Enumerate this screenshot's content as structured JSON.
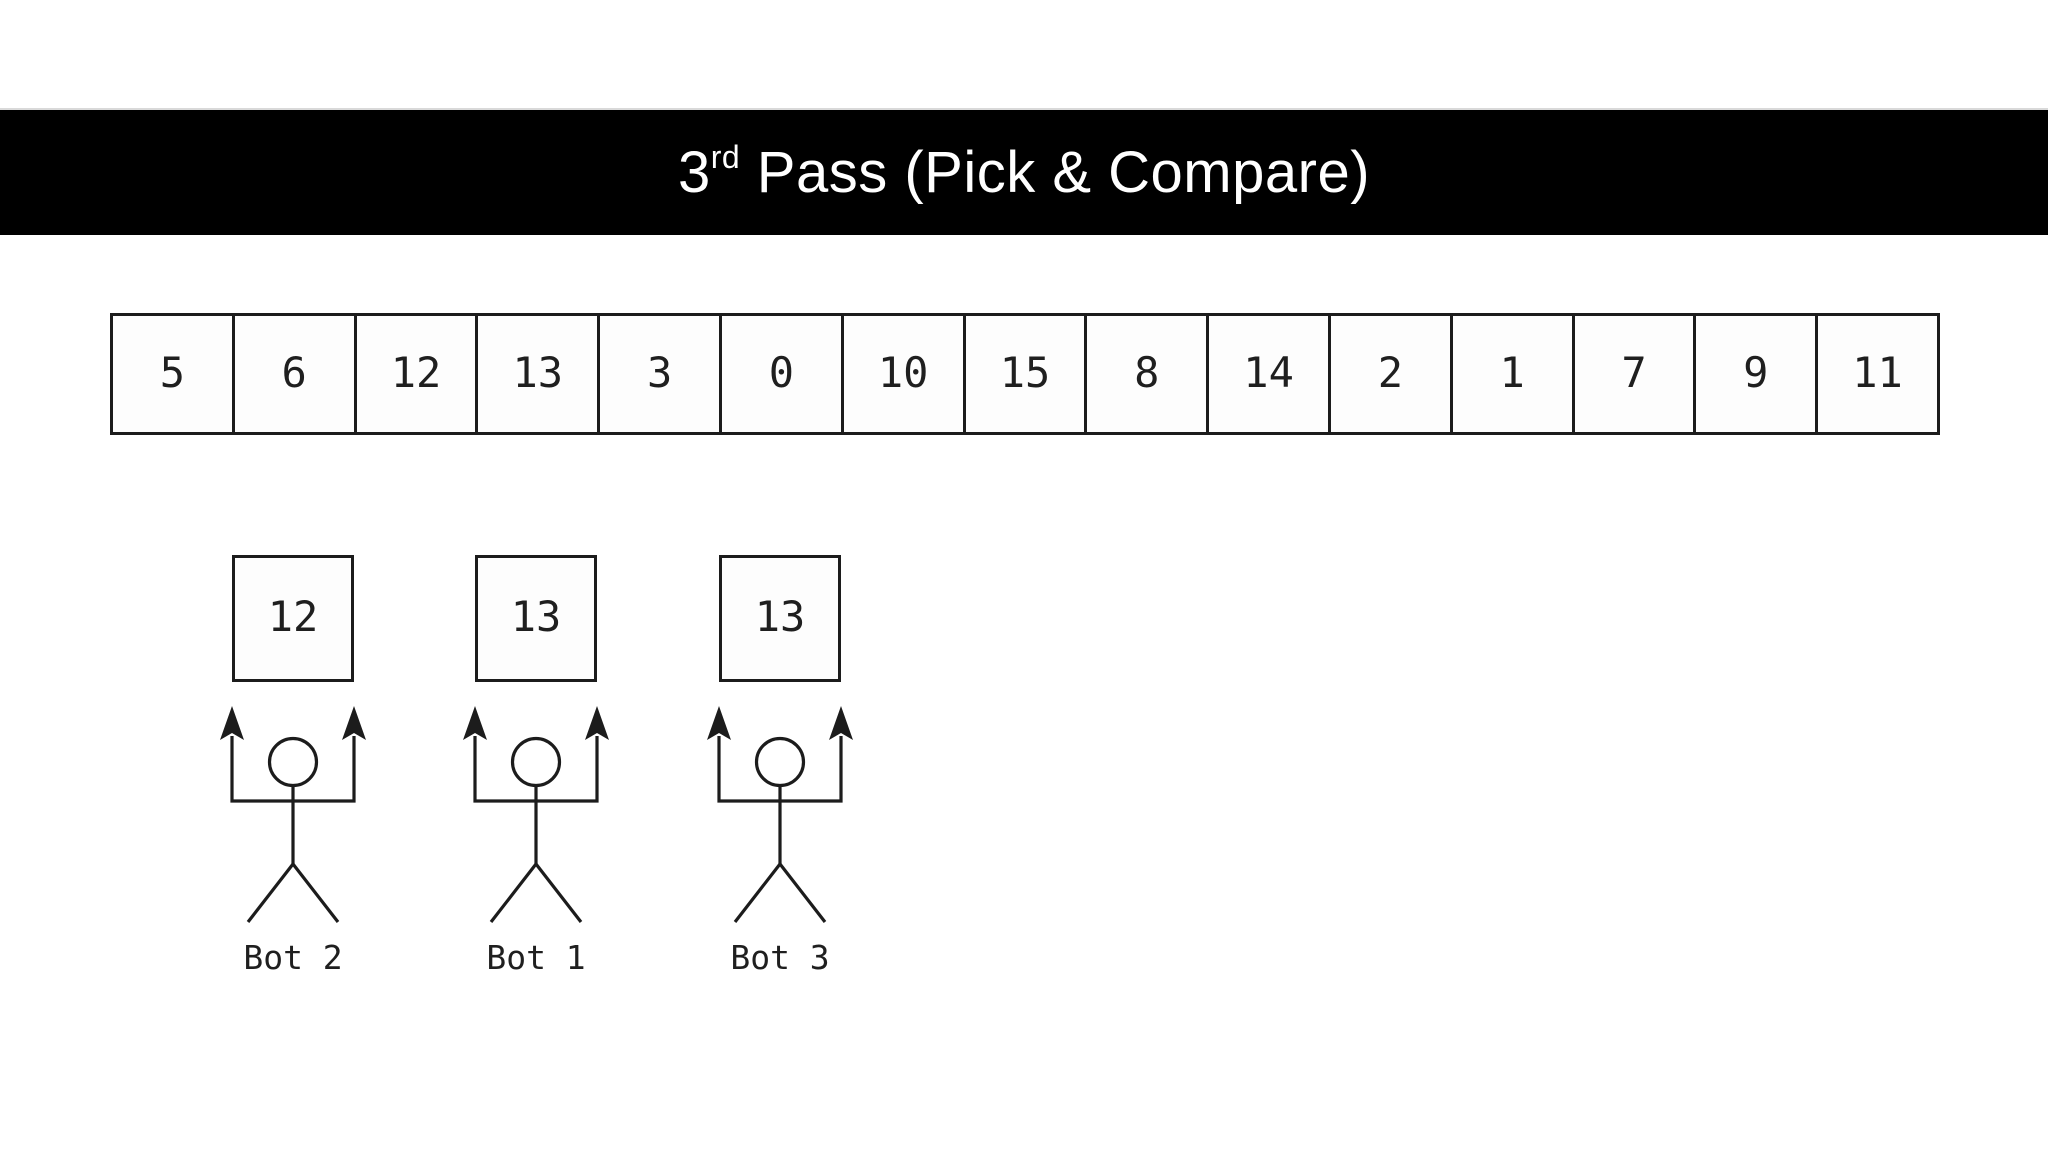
{
  "title": {
    "number": "3",
    "ordinal": "rd",
    "rest": " Pass (Pick & Compare)"
  },
  "array": {
    "values": [
      "5",
      "6",
      "12",
      "13",
      "3",
      "0",
      "10",
      "15",
      "8",
      "14",
      "2",
      "1",
      "7",
      "9",
      "11"
    ]
  },
  "bots": [
    {
      "label": "Bot 2",
      "held_value": "12"
    },
    {
      "label": "Bot 1",
      "held_value": "13"
    },
    {
      "label": "Bot 3",
      "held_value": "13"
    }
  ],
  "colors": {
    "background": "#ffffff",
    "header_bg": "#000000",
    "header_text": "#ffffff",
    "line": "#1c1c1c"
  }
}
